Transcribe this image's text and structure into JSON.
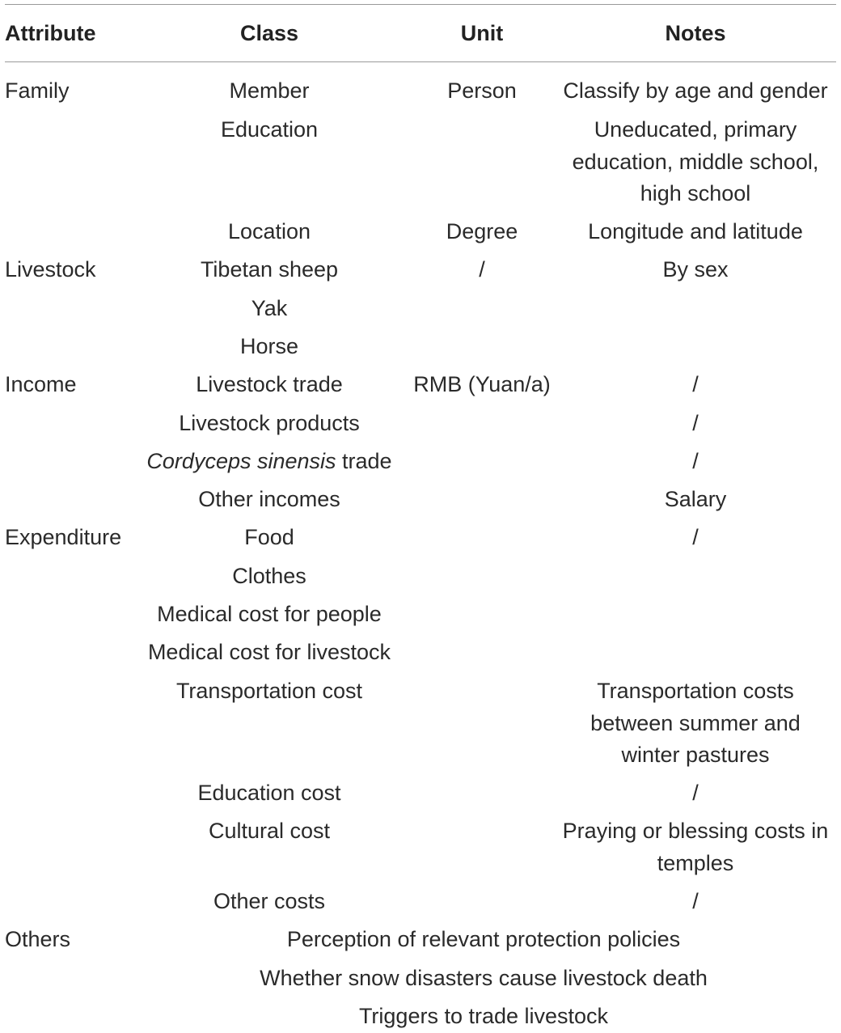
{
  "headers": {
    "attribute": "Attribute",
    "class": "Class",
    "unit": "Unit",
    "notes": "Notes"
  },
  "rows": [
    {
      "attribute": "Family",
      "class": "Member",
      "unit": "Person",
      "notes": "Classify by age and gender"
    },
    {
      "attribute": "",
      "class": "Education",
      "unit": "",
      "notes": "Uneducated, primary education, middle school, high school"
    },
    {
      "attribute": "",
      "class": "Location",
      "unit": "Degree",
      "notes": "Longitude and latitude"
    },
    {
      "attribute": "Livestock",
      "class": "Tibetan sheep",
      "unit": "/",
      "notes": "By sex"
    },
    {
      "attribute": "",
      "class": "Yak",
      "unit": "",
      "notes": ""
    },
    {
      "attribute": "",
      "class": "Horse",
      "unit": "",
      "notes": ""
    },
    {
      "attribute": "Income",
      "class": "Livestock trade",
      "unit": "RMB (Yuan/a)",
      "notes": "/"
    },
    {
      "attribute": "",
      "class": "Livestock products",
      "unit": "",
      "notes": "/"
    },
    {
      "attribute": "",
      "class_italic": "Cordyceps sinensis",
      "class_rest": " trade",
      "unit": "",
      "notes": "/"
    },
    {
      "attribute": "",
      "class": "Other incomes",
      "unit": "",
      "notes": "Salary"
    },
    {
      "attribute": "Expenditure",
      "class": "Food",
      "unit": "",
      "notes": "/"
    },
    {
      "attribute": "",
      "class": "Clothes",
      "unit": "",
      "notes": ""
    },
    {
      "attribute": "",
      "class": "Medical cost for people",
      "unit": "",
      "notes": ""
    },
    {
      "attribute": "",
      "class": "Medical cost for livestock",
      "unit": "",
      "notes": ""
    },
    {
      "attribute": "",
      "class": "Transportation cost",
      "unit": "",
      "notes": "Transportation costs between summer and winter pastures"
    },
    {
      "attribute": "",
      "class": "Education cost",
      "unit": "",
      "notes": "/"
    },
    {
      "attribute": "",
      "class": "Cultural cost",
      "unit": "",
      "notes": "Praying or blessing costs in temples"
    },
    {
      "attribute": "",
      "class": "Other costs",
      "unit": "",
      "notes": "/"
    },
    {
      "attribute": "Others",
      "span": "Perception of relevant protection policies"
    },
    {
      "attribute": "",
      "span": "Whether snow disasters cause livestock death"
    },
    {
      "attribute": "",
      "span": "Triggers to trade livestock"
    }
  ]
}
